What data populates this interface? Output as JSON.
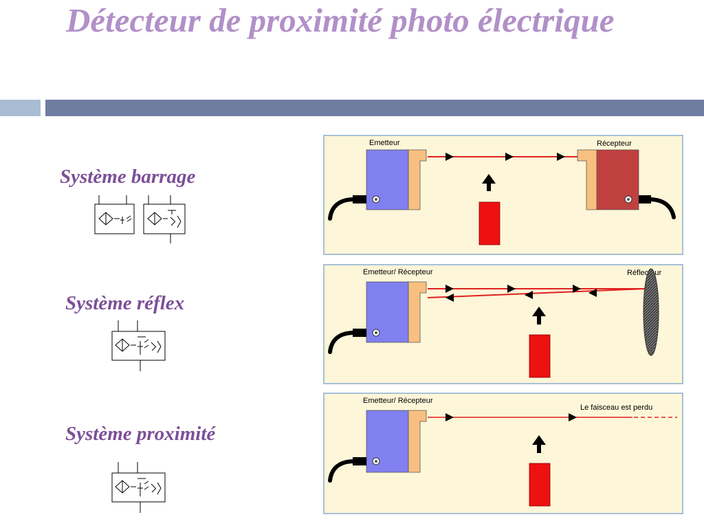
{
  "slide": {
    "title": "Détecteur de proximité photo électrique",
    "colors": {
      "title": "#b190c8",
      "label": "#7c4f97",
      "band_light": "#a8bcd3",
      "band_dark": "#6e7da0",
      "panel_bg": "#fdf6d8",
      "panel_border": "#8aaed2",
      "emitter_body": "#8080f0",
      "receiver_body": "#c04040",
      "lens": "#f8c080",
      "beam": "#e02020",
      "object": "#ee1111"
    }
  },
  "systems": [
    {
      "label": "Système barrage"
    },
    {
      "label": "Système réflex"
    },
    {
      "label": "Système proximité"
    }
  ],
  "diagrams": {
    "barrage": {
      "emitter_label": "Emetteur",
      "receiver_label": "Récepteur"
    },
    "reflex": {
      "emitter_label": "Emetteur/ Récepteur",
      "reflector_label": "Réflecteur"
    },
    "proximity": {
      "emitter_label": "Emetteur/ Récepteur",
      "lost_label": "Le faisceau est perdu"
    }
  }
}
